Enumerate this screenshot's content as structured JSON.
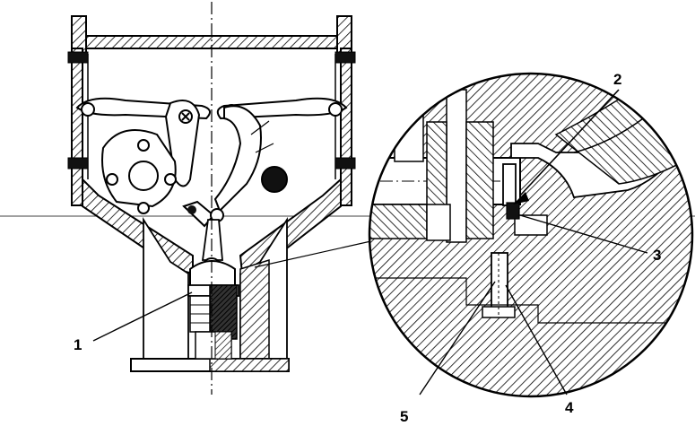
{
  "callouts": {
    "c1": "1",
    "c2": "2",
    "c3": "3",
    "c4": "4",
    "c5": "5"
  },
  "colors": {
    "ink": "#000000",
    "paper": "#ffffff"
  }
}
